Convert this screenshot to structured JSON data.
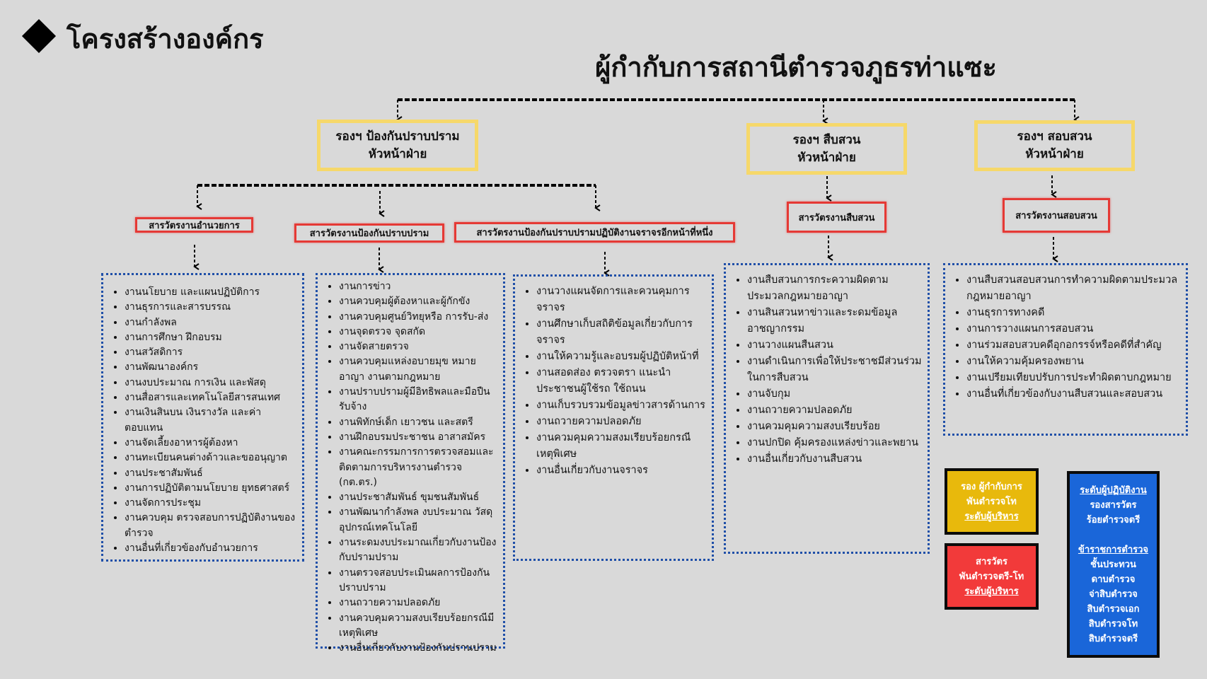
{
  "header": {
    "title": "โครงสร้างองค์กร",
    "diamond_icon": "black-diamond"
  },
  "chief": {
    "title": "ผู้กำกับการสถานีตำรวจภูธรท่าแซะ"
  },
  "deputies": [
    {
      "line1": "รองฯ ป้องกันปราบปราม",
      "line2": "หัวหน้าฝ่าย"
    },
    {
      "line1": "รองฯ สืบสวน",
      "line2": "หัวหน้าฝ่าย"
    },
    {
      "line1": "รองฯ สอบสวน",
      "line2": "หัวหน้าฝ่าย"
    }
  ],
  "inspectors": [
    {
      "label": "สารวัตรงานอำนวยการ"
    },
    {
      "label": "สารวัตรงานป้องกันปราบปราม"
    },
    {
      "label": "สารวัตรงานป้องกันปราบปรามปฏิบัติงานจราจรอีกหน้าที่หนึ่ง"
    },
    {
      "label": "สารวัตรงานสืบสวน"
    },
    {
      "label": "สารวัตรงานสอบสวน"
    }
  ],
  "duties": [
    {
      "items": [
        "งานนโยบาย และแผนปฏิบัติการ",
        "งานธุรการและสารบรรณ",
        "งานกำลังพล",
        "งานการศึกษา ฝึกอบรม",
        "งานสวัสดิการ",
        "งานพัฒนาองค์กร",
        "งานงบประมาณ การเงิน และพัสดุ",
        "งานสื่อสารและเทคโนโลยีสารสนเทศ",
        "งานเงินสินบน เงินรางวัล และค่าตอบแทน",
        "งานจัดเลี้ยงอาหารผู้ต้องหา",
        "งานทะเบียนคนต่างด้าวและขออนุญาต",
        "งานประชาสัมพันธ์",
        "งานการปฏิบัติตามนโยบาย ยุทธศาสตร์",
        "งานจัดการประชุม",
        "งานควบคุม ตรวจสอบการปฏิบัติงานของตำรวจ",
        "งานอื่นที่เกี่ยวข้องกับอำนวยการ"
      ]
    },
    {
      "items": [
        "งานการข่าว",
        "งานควบคุมผู้ต้องหาและผู้กักขัง",
        "งานควบคุมศูนย์วิทยุหรือ การรับ-ส่ง",
        "งานจุดตรวจ จุดสกัด",
        "งานจัดสายตรวจ",
        "งานควบคุมแหล่งอบายมุข หมายอาญา งานตามกฎหมาย",
        "งานปราบปรามผู้มีอิทธิพลและมือปืนรับจ้าง",
        "งานพิทักษ์เด็ก เยาวชน และสตรี",
        "งานฝึกอบรมประชาชน อาสาสมัคร",
        "งานคณะกรรมการการตรวจสอมและติดตามการบริหารงานตำรวจ (กต.ตร.)",
        "งานประชาสัมพันธ์ ขุมชนสัมพันธ์",
        "งานพัฒนากำลังพล งบประมาณ วัสดุอุปกรณ์เทคโนโลยี",
        "งานระดมงบประมาณเกี่ยวกับงานป้องกับปรามปราม",
        "งานตรวจสอบประเมินผลการป้องกันปราบปราม",
        "งานถวายความปลอดภัย",
        "งานควบคุมความสงบเรียบร้อยกรณีมีเหตุพิเศษ",
        "งานอื่นเกี่ยวกับงานป้องกันปรานปราม"
      ]
    },
    {
      "items": [
        "งานวางแผนจัดการและควนคุมการจราจร",
        "งานศึกษาเก็บสถิติข้อมูลเกี่ยวกับการจราจร",
        "งานให้ความรู้และอบรมผู้ปฏิบัติหน้าที่",
        "งานสอดส่อง ตรวจตรา แนะนำประชาชนผู้ใช้รถ ใช้ถนน",
        "งานเก็บรวบรวมข้อมูลข่าวสารด้านการ",
        "งานถวายความปลอดภัย",
        "งานควมคุมความสงมเรียบร้อยกรณีเหตุพิเศษ",
        "งานอื่นเกี่ยวกับงานจราจร"
      ]
    },
    {
      "items": [
        "งานสืบสวนการกระความผิดตามประมวลกฎหมายอาญา",
        "งานสินสวนหาข่าวและระดมข้อมูลอาชญากรรม",
        "งานวางแผนสืนสวน",
        "งานดำเนินการเพื่อให้ประชาชมีส่วนร่วมในการสืบสวน",
        "งานจับกุม",
        "งานถวายความปลอดภัย",
        "งานควมคุมความสงบเรียบร้อย",
        "งานปกปิด คุ้มครองแหล่งข่าวและพยาน",
        "งานอื่นเกี่ยวกับงานสืบสวน"
      ]
    },
    {
      "items": [
        "งานสืบสวนสอบสวนการทำความผิดตามประมวลกฎหมายอาญา",
        "งานธุรการทางคดี",
        "งานการวางแผนการสอบสวน",
        "งานร่วมสอบสวบคดีอุกอกรรจ์หรือคดีที่สำคัญ",
        "งานให้ความคุ้มครองพยาน",
        "งานเปรียมเทียบปรับการประทำผิดตาบกฎหมาย",
        "งานอื่นที่เกี่ยวข้องกับงานสืบสวนและสอบสวน"
      ]
    }
  ],
  "legend": {
    "yellow": {
      "line1": "รอง ผู้กำกับการ",
      "line2": "พันตำรวจโท",
      "level": "ระดับผู้บริหาร",
      "color": "#e8b90c"
    },
    "red": {
      "line1": "สารวัตร",
      "line2": "พันตำรวจตรี-โท",
      "level": "ระดับผู้บริหาร",
      "color": "#f23a3a"
    },
    "blue": {
      "level1": "ระดับผู้ปฏิบัติงาน",
      "ranks1": [
        "รองสารวัตร",
        "ร้อยตำรวจตรี"
      ],
      "level2": "ข้าราชการตำรวจ",
      "ranks2": [
        "ชั้นประทวน",
        "ดาบตำรวจ",
        "จ่าสิบตำรวจ",
        "สิบตำรวจเอก",
        "สิบตำรวจโท",
        "สิบตำรวจตรี"
      ],
      "color": "#1a66d9"
    }
  }
}
